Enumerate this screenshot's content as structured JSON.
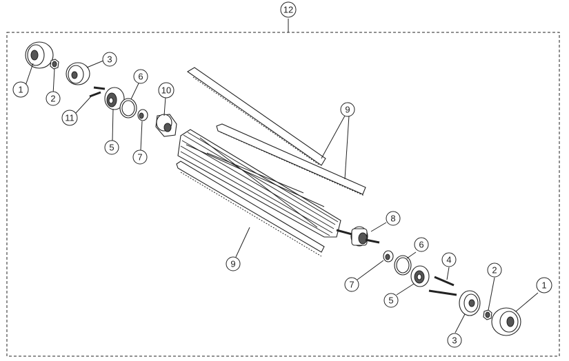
{
  "callouts": [
    {
      "id": "c12a",
      "label": "12"
    },
    {
      "id": "c1a",
      "label": "1"
    },
    {
      "id": "c2a",
      "label": "2"
    },
    {
      "id": "c3a",
      "label": "3"
    },
    {
      "id": "c11",
      "label": "11"
    },
    {
      "id": "c5a",
      "label": "5"
    },
    {
      "id": "c6a",
      "label": "6"
    },
    {
      "id": "c7a",
      "label": "7"
    },
    {
      "id": "c10",
      "label": "10"
    },
    {
      "id": "c9a",
      "label": "9"
    },
    {
      "id": "c9b",
      "label": "9"
    },
    {
      "id": "c8",
      "label": "8"
    },
    {
      "id": "c6b",
      "label": "6"
    },
    {
      "id": "c7b",
      "label": "7"
    },
    {
      "id": "c5b",
      "label": "5"
    },
    {
      "id": "c4",
      "label": "4"
    },
    {
      "id": "c2b",
      "label": "2"
    },
    {
      "id": "c1b",
      "label": "1"
    },
    {
      "id": "c3b",
      "label": "3"
    }
  ]
}
